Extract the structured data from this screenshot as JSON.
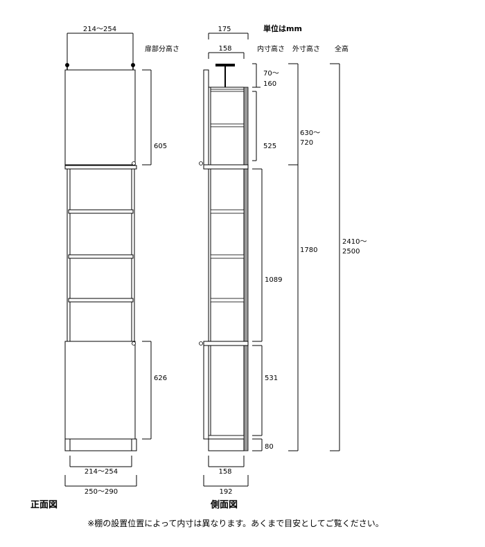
{
  "units_label": "単位はmm",
  "headers": {
    "door_height": "扉部分高さ",
    "inner_height": "内寸高さ",
    "outer_height": "外寸高さ",
    "total_height": "全高"
  },
  "front_view": {
    "label": "正面図",
    "top_width": "214～254",
    "upper_door_height": "605",
    "lower_door_height": "626",
    "inner_width": "214～254",
    "outer_width": "250～290"
  },
  "side_view": {
    "label": "側面図",
    "top_depth_outer": "175",
    "top_depth_inner": "158",
    "adjuster_height_1": "70～",
    "adjuster_height_2": "160",
    "upper_inner_height": "525",
    "middle_inner_height": "1089",
    "lower_inner_height": "531",
    "base_height": "80",
    "bottom_depth_inner": "158",
    "bottom_depth_outer": "192"
  },
  "outer_heights": {
    "upper_1": "630～",
    "upper_2": "720",
    "lower": "1780"
  },
  "total_height": {
    "line_1": "2410～",
    "line_2": "2500"
  },
  "note": "※棚の設置位置によって内寸は異なります。あくまで目安としてご覧ください。"
}
